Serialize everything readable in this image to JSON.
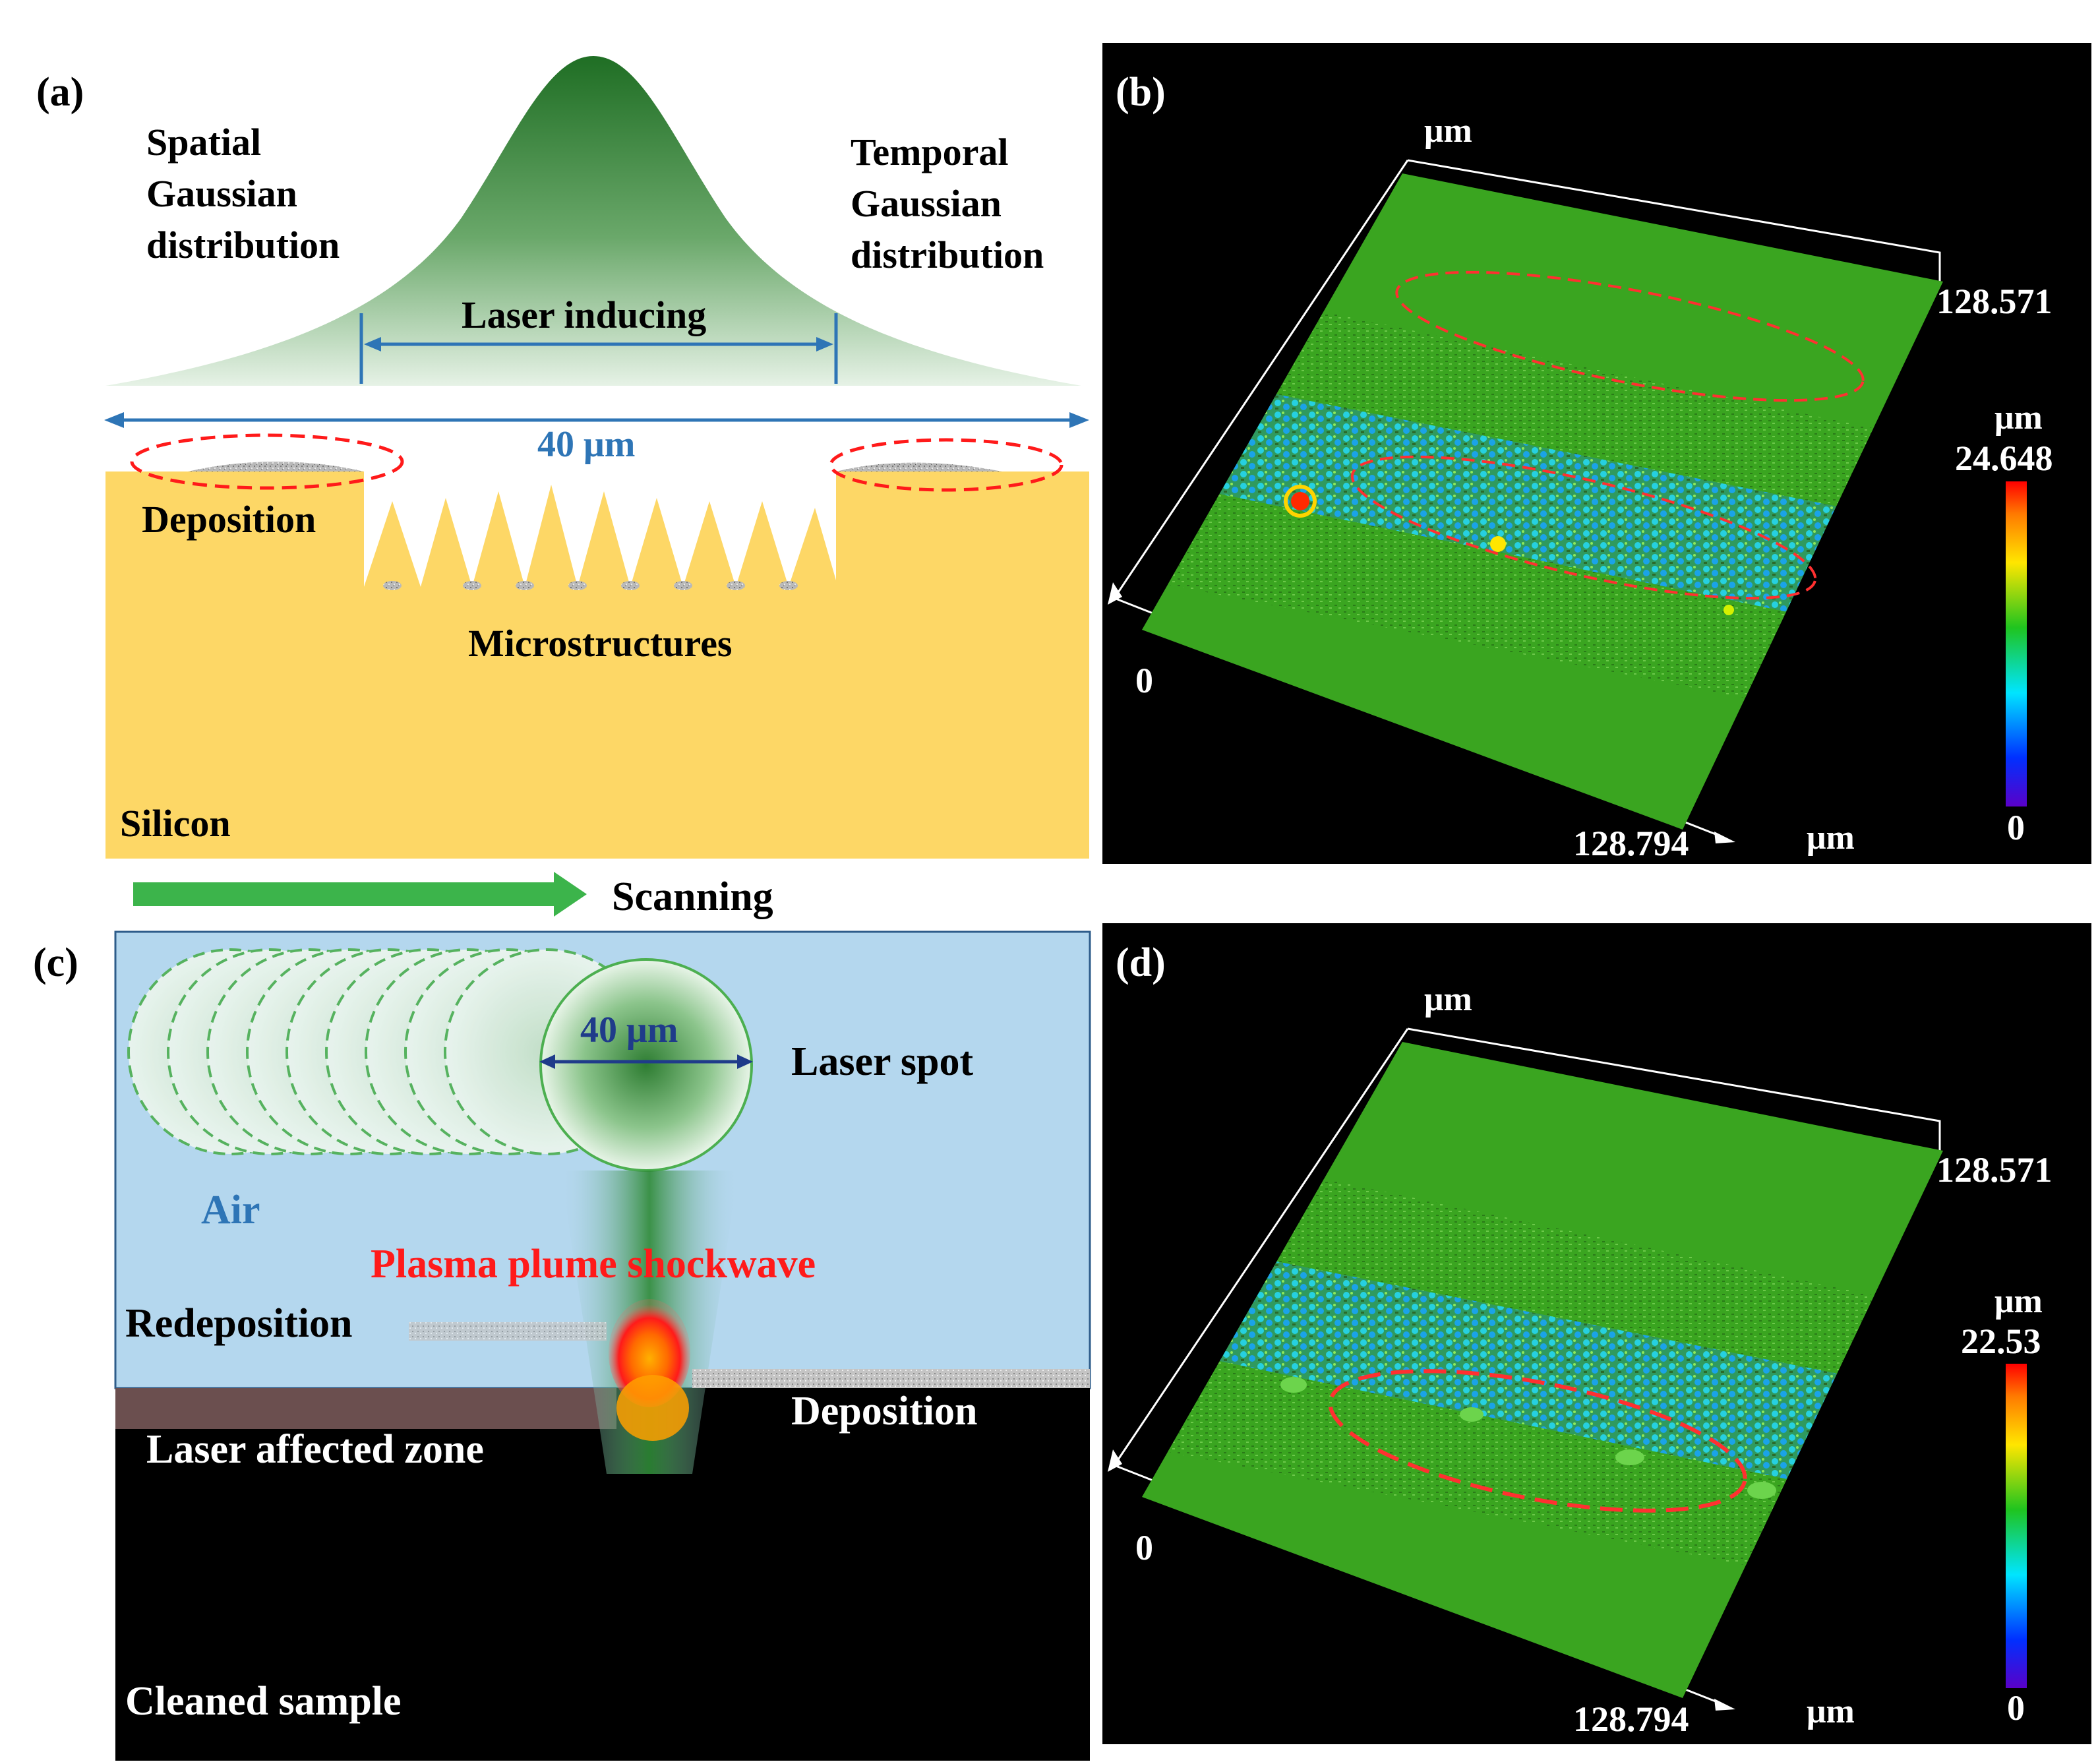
{
  "panel_a": {
    "label": "(a)",
    "spatial": [
      "Spatial",
      "Gaussian",
      "distribution"
    ],
    "temporal": [
      "Temporal",
      "Gaussian",
      "distribution"
    ],
    "laser_inducing": "Laser inducing",
    "width": "40 μm",
    "deposition": "Deposition",
    "microstructures": "Microstructures",
    "silicon": "Silicon"
  },
  "panel_b": {
    "label": "(b)",
    "axis_unit_top": "μm",
    "y_max": "128.571",
    "origin": "0",
    "x_max": "128.794",
    "axis_unit_right": "μm",
    "colorbar_unit": "μm",
    "colorbar_max": "24.648",
    "colorbar_min": "0"
  },
  "scanning": {
    "label": "Scanning",
    "arrow_color": "#3cb44b"
  },
  "panel_c": {
    "label": "(c)",
    "spot_diameter": "40 μm",
    "laser_spot": "Laser spot",
    "air": "Air",
    "plasma": "Plasma plume shockwave",
    "redeposition": "Redeposition",
    "deposition": "Deposition",
    "affected_zone": "Laser affected zone",
    "cleaned_sample": "Cleaned sample"
  },
  "panel_d": {
    "label": "(d)",
    "axis_unit_top": "μm",
    "y_max": "128.571",
    "origin": "0",
    "x_max": "128.794",
    "axis_unit_right": "μm",
    "colorbar_unit": "μm",
    "colorbar_max": "22.53",
    "colorbar_min": "0"
  },
  "colors": {
    "silicon": "#fdd766",
    "gaussian": "#2e7d32",
    "air": "#b4d7ee",
    "plasma_text": "#ff1a1a",
    "arrow_blue": "#2e75b6",
    "surface_green": "#3aa520"
  }
}
